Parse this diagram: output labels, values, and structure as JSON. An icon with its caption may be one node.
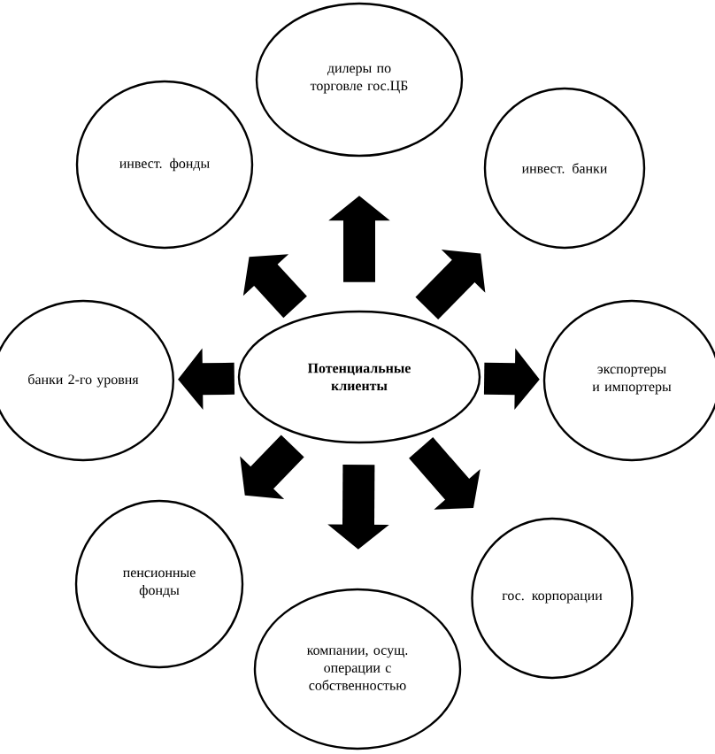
{
  "diagram": {
    "nodes": [
      {
        "text": [
          "дилеры по торговле гос.ЦБ"
        ]
      },
      {
        "text": [
          "инвест. фонды"
        ]
      },
      {
        "text": [
          "инвест. банки"
        ]
      },
      {
        "text": [
          "банки 2-го уровня"
        ]
      },
      {
        "text": [
          "Потенциальные клиенты"
        ]
      },
      {
        "text": [
          "экспортеры и импортеры"
        ]
      },
      {
        "text": [
          "пенсионные фонды"
        ]
      },
      {
        "text": [
          "гос. корпорации"
        ]
      },
      {
        "text": [
          "компании, осущ. операции с собственностью"
        ]
      }
    ],
    "edges": [
      {
        "from": 4,
        "to": 0,
        "arrow": "to"
      },
      {
        "from": 4,
        "to": 1,
        "arrow": "to"
      },
      {
        "from": 4,
        "to": 2,
        "arrow": "to"
      },
      {
        "from": 4,
        "to": 3,
        "arrow": "to"
      },
      {
        "from": 4,
        "to": 5,
        "arrow": "to"
      },
      {
        "from": 4,
        "to": 6,
        "arrow": "to"
      },
      {
        "from": 4,
        "to": 7,
        "arrow": "to"
      },
      {
        "from": 4,
        "to": 8,
        "arrow": "to"
      }
    ]
  }
}
